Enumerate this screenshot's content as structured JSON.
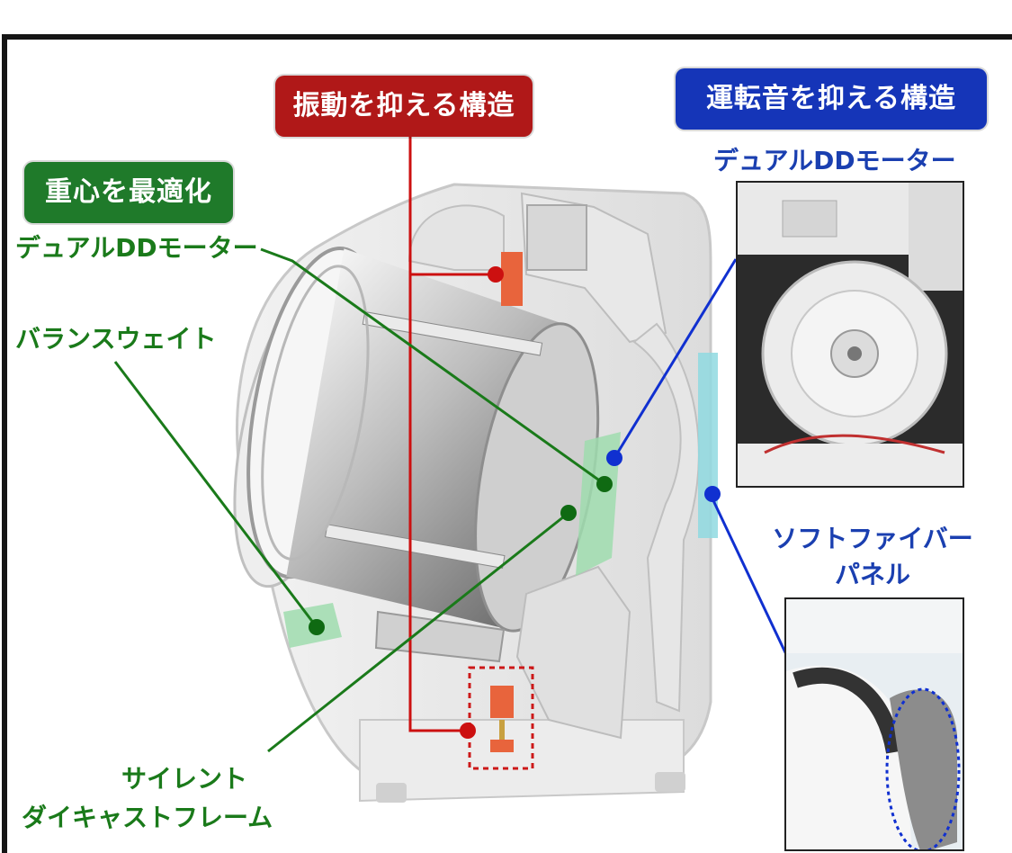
{
  "badges": {
    "vibration": "振動を抑える構造",
    "noise": "運転音を抑える構造",
    "gravity": "重心を最適化"
  },
  "labels": {
    "motor_left": "デュアルDDモーター",
    "balance": "バランスウェイト",
    "frame_line1": "サイレント",
    "frame_line2": "ダイキャストフレーム",
    "motor_right": "デュアルDDモーター",
    "panel_line1": "ソフトファイバー",
    "panel_line2": "パネル"
  },
  "colors": {
    "red": "#b01818",
    "blue": "#1535b8",
    "green": "#1f7a2a",
    "orange": "#e8643c",
    "cyan": "#8fd9e0",
    "mint": "#9fdcae"
  }
}
